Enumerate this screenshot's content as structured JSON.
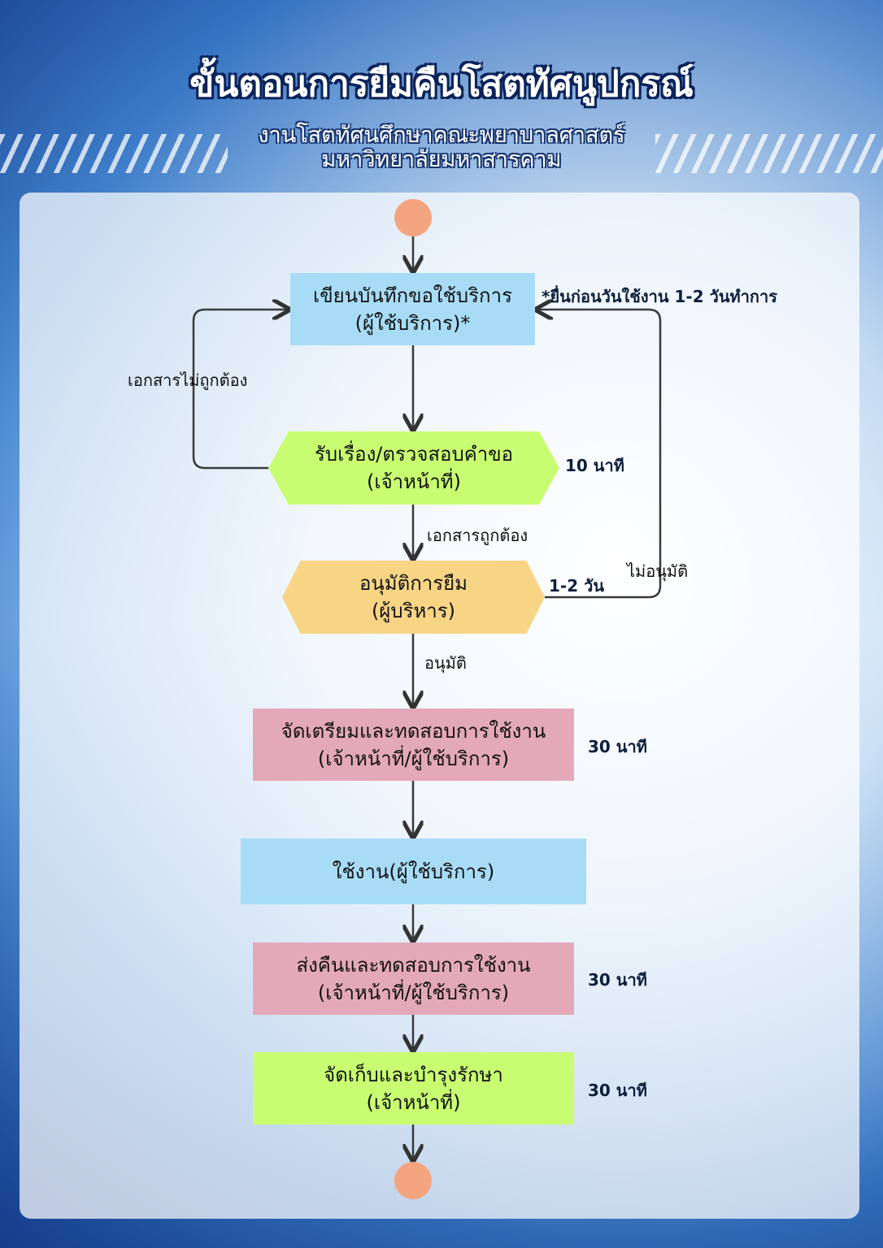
{
  "header": {
    "title": "ขั้นตอนการยืมคืนโสตทัศนูปกรณ์",
    "subtitle_line1": "งานโสตทัศนศึกษาคณะพยาบาลศาสตร์",
    "subtitle_line2": "มหาวิทยาลัยมหาสารคาม"
  },
  "colors": {
    "blue": "#a8dcf6",
    "green": "#c8fd72",
    "yellow": "#f7d585",
    "pink": "#e4a9b9",
    "terminal": "#f4a580"
  },
  "flow": {
    "step1": {
      "line1": "เขียนบันทึกขอใช้บริการ",
      "line2": "(ผู้ใช้บริการ)*"
    },
    "step2": {
      "line1": "รับเรื่อง/ตรวจสอบคำขอ",
      "line2": "(เจ้าหน้าที่)",
      "time": "10 นาที"
    },
    "step3": {
      "line1": "อนุมัติการยืม",
      "line2": "(ผู้บริหาร)",
      "time": "1-2 วัน"
    },
    "step4": {
      "line1": "จัดเตรียมและทดสอบการใช้งาน",
      "line2": "(เจ้าหน้าที่/ผู้ใช้บริการ)",
      "time": "30 นาที"
    },
    "step5": {
      "line1": "ใช้งาน(ผู้ใช้บริการ)"
    },
    "step6": {
      "line1": "ส่งคืนและทดสอบการใช้งาน",
      "line2": "(เจ้าหน้าที่/ผู้ใช้บริการ)",
      "time": "30 นาที"
    },
    "step7": {
      "line1": "จัดเก็บและบำรุงรักษา",
      "line2": "(เจ้าหน้าที่)",
      "time": "30 นาที"
    },
    "note": "*ยื่นก่อนวันใช้งาน 1-2 วันทำการ",
    "edge_invalid": "เอกสารไม่ถูกต้อง",
    "edge_valid": "เอกสารถูกต้อง",
    "edge_rejected": "ไม่อนุมัติ",
    "edge_approved": "อนุมัติ"
  }
}
